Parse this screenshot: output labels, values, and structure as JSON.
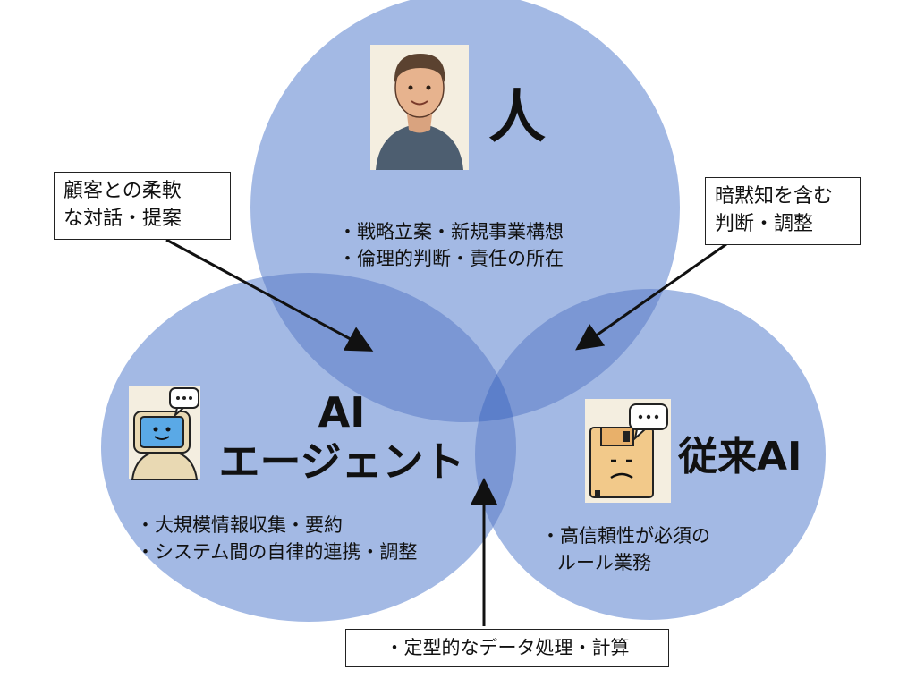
{
  "colors": {
    "circle": "#8fa9dd",
    "overlap_two": "#7390d1",
    "overlap_center": "#5e7fc9",
    "icon_bg": "#f4eee0"
  },
  "circles": {
    "human": {
      "title": "人",
      "bullets": [
        "・戦略立案・新規事業構想",
        "・倫理的判断・責任の所在"
      ],
      "icon": "person-icon"
    },
    "ai_agent": {
      "title_line1": "AI",
      "title_line2": "エージェント",
      "bullets": [
        "・大規模情報収集・要約",
        "・システム間の自律的連携・調整"
      ],
      "icon": "robot-chat-icon"
    },
    "traditional_ai": {
      "title": "従来AI",
      "bullets": [
        "・高信頼性が必須の",
        "ルール業務"
      ],
      "icon": "sad-floppy-chat-icon"
    }
  },
  "callouts": {
    "left": [
      "顧客との柔軟",
      "な対話・提案"
    ],
    "right": [
      "暗黙知を含む",
      "判断・調整"
    ],
    "bottom": "・定型的なデータ処理・計算"
  }
}
